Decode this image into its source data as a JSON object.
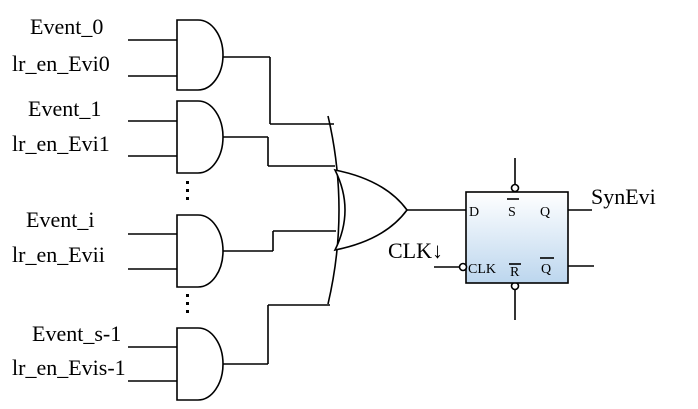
{
  "inputs": [
    {
      "event": "Event_0",
      "enable": "lr_en_Evi0"
    },
    {
      "event": "Event_1",
      "enable": "lr_en_Evi1"
    },
    {
      "event": "Event_i",
      "enable": "lr_en_Evii"
    },
    {
      "event": "Event_s-1",
      "enable": "lr_en_Evis-1"
    }
  ],
  "flipflop": {
    "d": "D",
    "s": "S",
    "q": "Q",
    "clk": "CLK",
    "r": "R",
    "qbar": "Q",
    "fill_top": "#ffffff",
    "fill_bottom": "#bcd6ee"
  },
  "clock_label": "CLK↓",
  "output_label": "SynEvi"
}
